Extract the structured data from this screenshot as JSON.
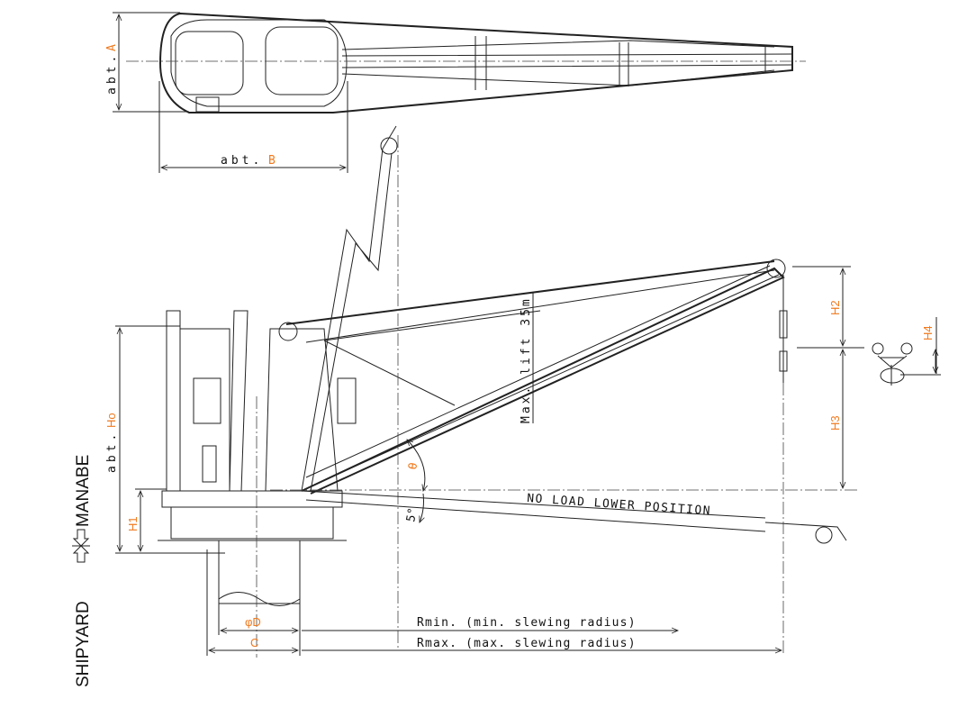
{
  "colors": {
    "dimension_label": "#f07a1e",
    "line": "#222222"
  },
  "top_view": {
    "abt_prefix_a": "abt.",
    "label_a": "A",
    "abt_prefix_b": "abt.",
    "label_b": "B"
  },
  "side_view": {
    "abt_prefix_h0": "abt.",
    "label_h0": "Ho",
    "label_h1": "H1",
    "max_lift": "Max. lift 35m",
    "angle_theta": "θ",
    "angle_5": "5°",
    "no_load": "NO LOAD LOWER POSITION",
    "label_h2": "H2",
    "label_h3": "H3",
    "label_h4": "H4",
    "label_d": "φD",
    "label_c": "C",
    "rmin": "Rmin.  (min.  slewing  radius)",
    "rmax": "Rmax.  (max.  slewing  radius)"
  },
  "boundary": {
    "left": "SHIPYARD",
    "right": "MANABE"
  }
}
